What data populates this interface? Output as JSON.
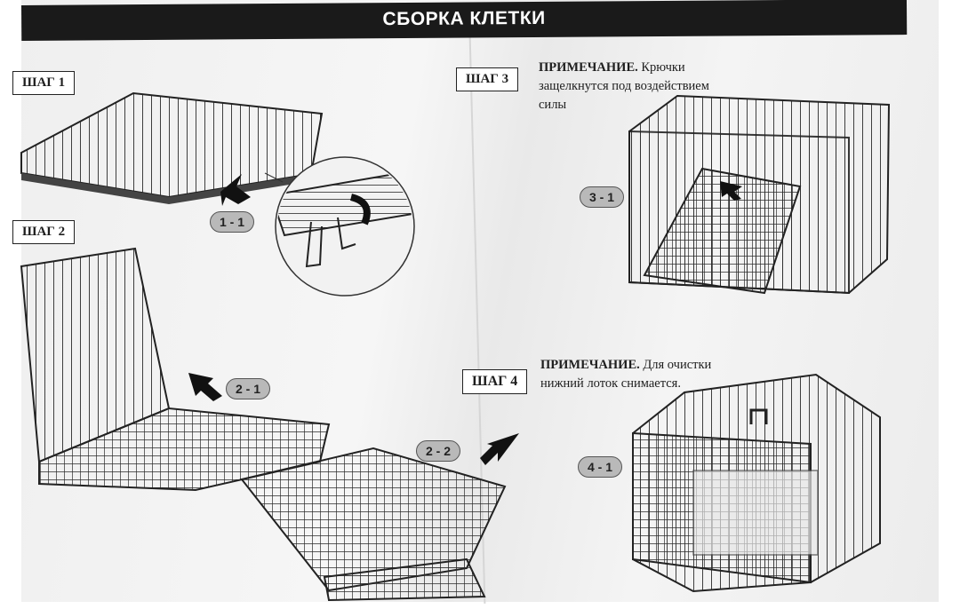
{
  "title": "СБОРКА КЛЕТКИ",
  "steps": {
    "s1": "ШАГ 1",
    "s2": "ШАГ 2",
    "s3": "ШАГ 3",
    "s4": "ШАГ 4"
  },
  "notes": {
    "n3_head": "ПРИМЕЧАНИЕ.",
    "n3_line1": "Крючки",
    "n3_line2": "защелкнутся под воздействием",
    "n3_line3": "силы",
    "n4_head": "ПРИМЕЧАНИЕ.",
    "n4_line1": "Для очистки",
    "n4_line2": "нижний лоток снимается."
  },
  "badges": {
    "b11": "1 - 1",
    "b21": "2 - 1",
    "b22": "2 - 2",
    "b31": "3 - 1",
    "b41": "4 - 1"
  }
}
